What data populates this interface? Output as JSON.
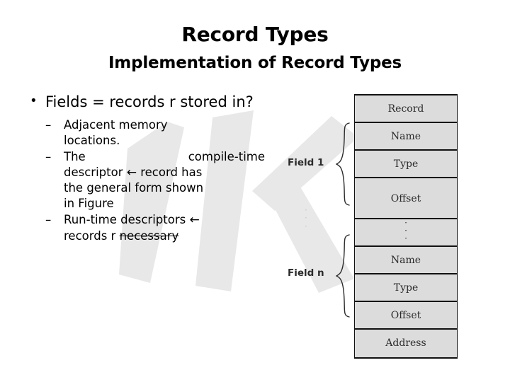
{
  "slide": {
    "title": "Record Types",
    "subtitle": "Implementation of Record Types"
  },
  "body": {
    "bullet_marker_level1": "•",
    "bullet_marker_level2": "–",
    "bullets": [
      {
        "level": 1,
        "text": "Fields = records r stored in?"
      }
    ],
    "sub_bullets": [
      {
        "line1": "Adjacent memory",
        "line2": "locations."
      },
      {
        "line1_left": "The",
        "line1_right": "compile-time",
        "line2_a": "descriptor",
        "line2_arrow": "←",
        "line2_b": "record has",
        "line3": "the general form shown",
        "line4": "in Figure"
      },
      {
        "line1": "Run-time descriptors",
        "line1_arrow": "←",
        "line2_a": "records r",
        "line2_strikethrough": "necessary"
      }
    ]
  },
  "diagram": {
    "name": "record-descriptor-diagram",
    "cell_fill": "#dcdcdc",
    "border_color": "#111111",
    "rows": [
      {
        "label": "Record",
        "kind": "text"
      },
      {
        "label": "Name",
        "kind": "text"
      },
      {
        "label": "Type",
        "kind": "text"
      },
      {
        "label": "Offset",
        "kind": "text"
      },
      {
        "label": "⋮",
        "kind": "ellipsis"
      },
      {
        "label": "Name",
        "kind": "text"
      },
      {
        "label": "Type",
        "kind": "text"
      },
      {
        "label": "Offset",
        "kind": "text"
      },
      {
        "label": "Address",
        "kind": "text"
      }
    ],
    "group_labels": [
      {
        "text": "Field 1",
        "covers": [
          "Name",
          "Type",
          "Offset"
        ]
      },
      {
        "text": "Field n",
        "covers": [
          "Name",
          "Type",
          "Offset"
        ]
      }
    ],
    "side_ellipsis": "⋮"
  },
  "watermark": {
    "text": "IK",
    "color": "#e8e8e8"
  }
}
